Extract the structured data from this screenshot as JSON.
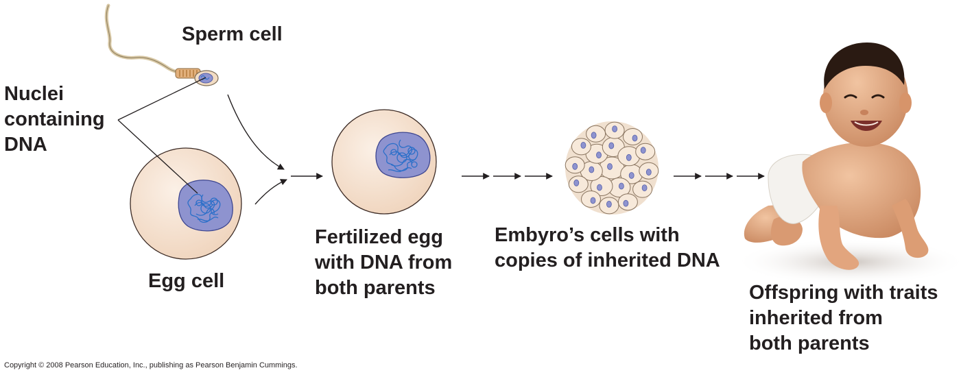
{
  "labels": {
    "sperm_cell": "Sperm cell",
    "nuclei": [
      "Nuclei",
      "containing",
      "DNA"
    ],
    "egg_cell": "Egg cell",
    "fertilized_egg": [
      "Fertilized egg",
      "with DNA from",
      "both parents"
    ],
    "embryo": [
      "Embyro’s cells with",
      "copies of inherited DNA"
    ],
    "offspring": [
      "Offspring with traits",
      "inherited from",
      "both parents"
    ]
  },
  "copyright": "Copyright © 2008 Pearson Education, Inc., publishing as Pearson Benjamin Cummings.",
  "colors": {
    "cell_fill": "#f6e3d2",
    "cell_stroke": "#3b2a24",
    "nucleus_fill": "#8e93cf",
    "dna_strand": "#2a6fc9",
    "arrow": "#231f20",
    "skin": "#e2a57e",
    "hair": "#2a1a12"
  }
}
